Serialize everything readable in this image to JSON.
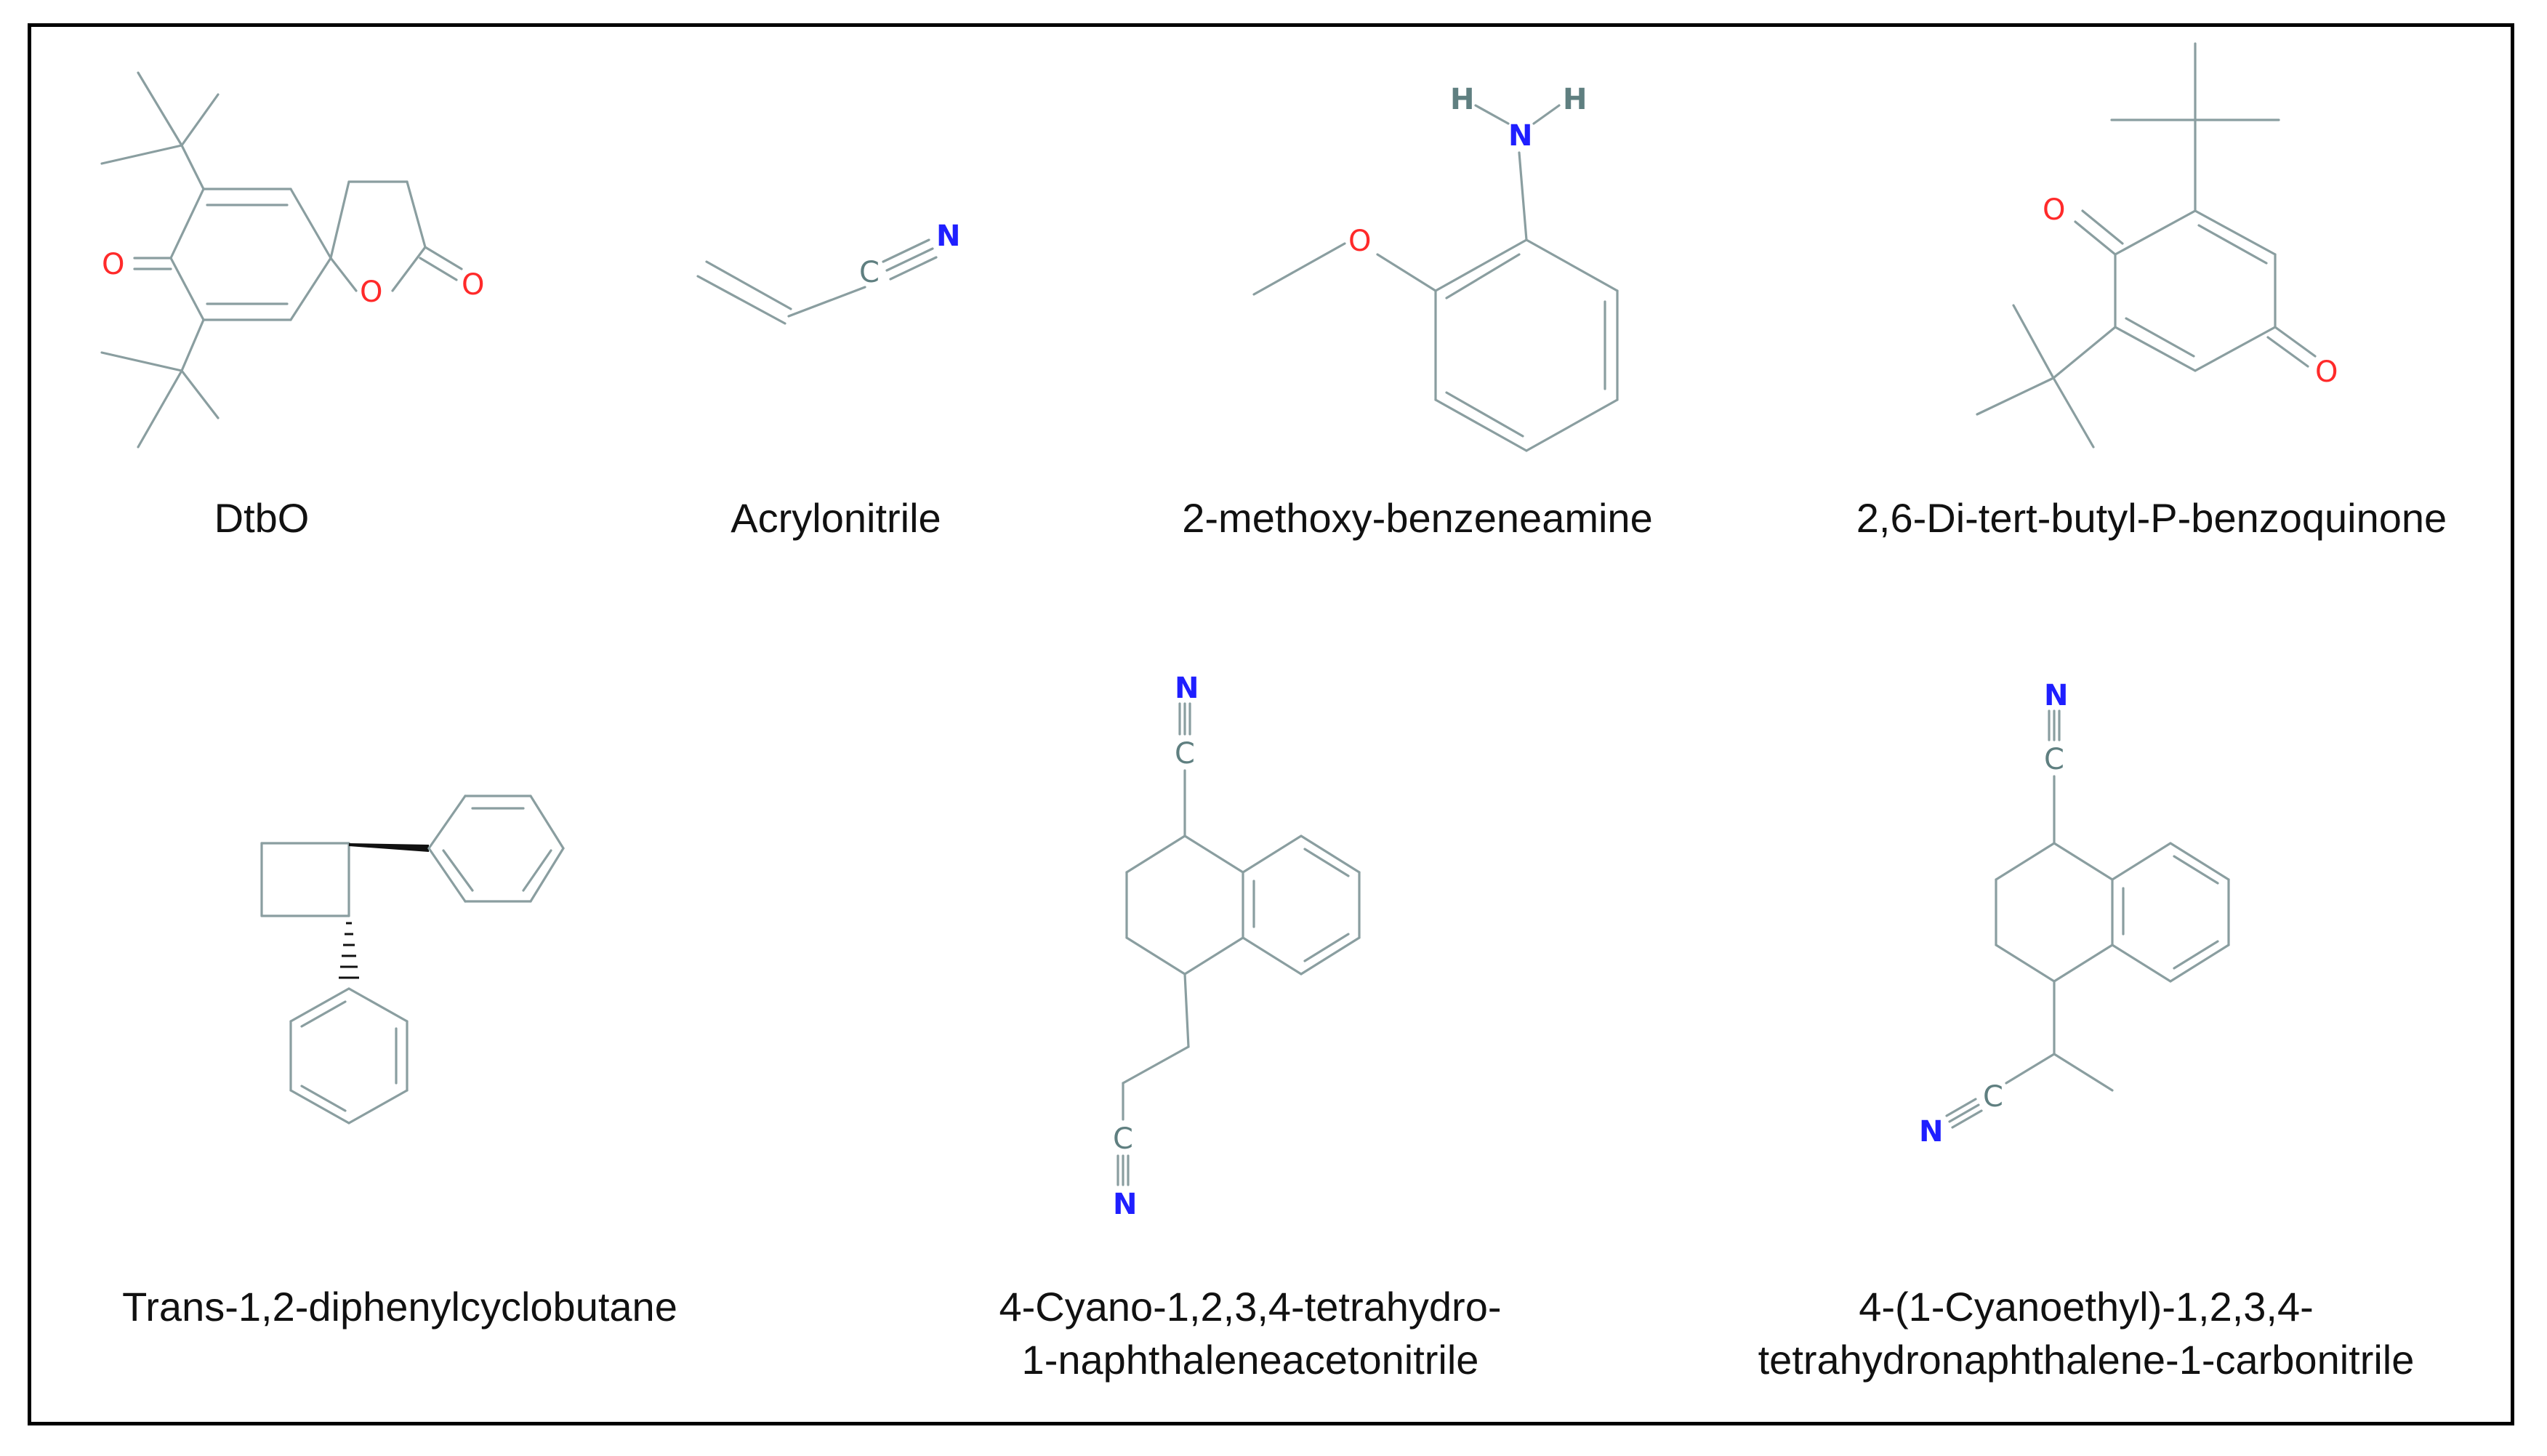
{
  "molecules": [
    {
      "id": "dtbo",
      "label": "DtbO"
    },
    {
      "id": "acrylonitrile",
      "label": "Acrylonitrile"
    },
    {
      "id": "methoxy_benzeneamine",
      "label": "2-methoxy-benzeneamine"
    },
    {
      "id": "benzoquinone",
      "label": "2,6-Di-tert-butyl-P-benzoquinone"
    },
    {
      "id": "diphenylcyclobutane",
      "label": "Trans-1,2-diphenylcyclobutane"
    },
    {
      "id": "naphthaleneacetonitrile",
      "label_line1": "4-Cyano-1,2,3,4-tetrahydro-",
      "label_line2": "1-naphthaleneacetonitrile"
    },
    {
      "id": "cyanoethyl",
      "label_line1": "4-(1-Cyanoethyl)-1,2,3,4-",
      "label_line2": "tetrahydronaphthalene-1-carbonitrile"
    }
  ],
  "atoms": {
    "oxygen": "O",
    "nitrogen": "N",
    "carbon": "C",
    "hydrogen": "H"
  },
  "colors": {
    "bond": "#8a9ea0",
    "oxygen": "#ff2a2a",
    "nitrogen": "#1f1fff",
    "carbon": "#5f7f80",
    "frame": "#000000"
  }
}
